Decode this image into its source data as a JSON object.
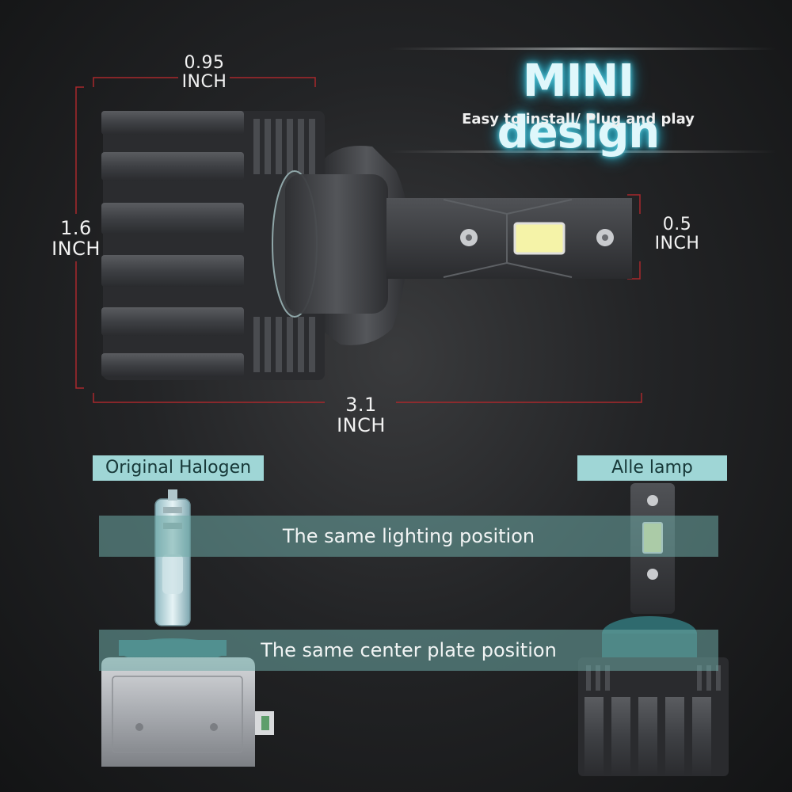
{
  "header": {
    "title": "MINI design",
    "subtitle": "Easy to install/ Plug and play"
  },
  "dimensions": {
    "width": {
      "value": "0.95",
      "unit": "INCH"
    },
    "height": {
      "value": "1.6",
      "unit": "INCH"
    },
    "shaft": {
      "value": "0.5",
      "unit": "INCH"
    },
    "length": {
      "value": "3.1",
      "unit": "INCH"
    }
  },
  "comparison": {
    "left_label": "Original Halogen",
    "right_label": "Alle lamp",
    "band_top": "The same lighting position",
    "band_bottom": "The same center plate position"
  },
  "colors": {
    "accent": "#9fd6d6",
    "dimension_line": "#a8282c",
    "led_chip": "#f5f3a8"
  }
}
